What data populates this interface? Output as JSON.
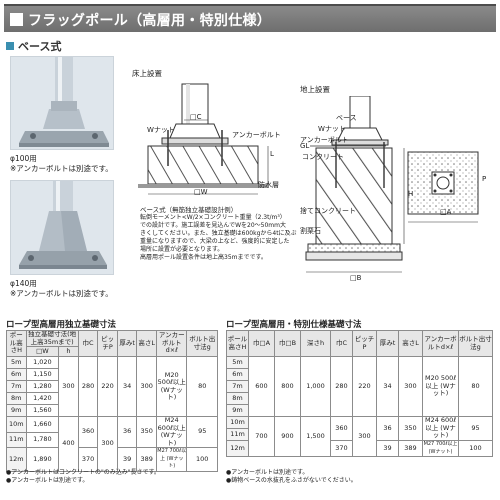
{
  "header": {
    "title": "フラッグポール（高層用・特別仕様）"
  },
  "section": {
    "label": "ベース式"
  },
  "photos": [
    {
      "caption": "φ100用",
      "note": "※アンカーボルトは別途です。"
    },
    {
      "caption": "φ140用",
      "note": "※アンカーボルトは別途です。"
    }
  ],
  "diagram_left": {
    "title": "床上設置",
    "labels": {
      "c": "□C",
      "wnut": "Wナット",
      "anchor": "アンカーボルト",
      "t": "t",
      "l": "L",
      "w": "□W",
      "waterproof": "防水層"
    },
    "notes": [
      "ベース式（無筋独立基礎設計例）",
      "転倒モーメント<W/2×コンクリート重量（2.3t/m³）",
      "での設計です。施工誤差を見込んでWを20～50mm大",
      "きくしてください。また、独立基礎は600kgから4tに及ぶ",
      "重量になりますので、大梁の上など、強度的に安定した",
      "場所に設置が必要となります。",
      "高層用ポール設置条件は地上高35mまでです。"
    ]
  },
  "diagram_right": {
    "title": "地上設置",
    "labels": {
      "base": "ベース",
      "wnut": "Wナット",
      "anchor": "アンカーボルト",
      "gl": "GL",
      "concrete": "コンクリート",
      "rubble": "割栗石",
      "concrete2": "捨てコンクリート",
      "a": "□A",
      "b": "□B",
      "h": "H",
      "p": "P"
    }
  },
  "table_left": {
    "title": "ロープ型高層用独立基礎寸法",
    "headers": [
      "ポール高さH",
      "独立基礎寸法(地上高35mまで)",
      "□W",
      "h",
      "巾C",
      "ピッチP",
      "厚みt",
      "高さL",
      "アンカーボルトd×ℓ",
      "ボルト出寸法g"
    ],
    "rows": [
      [
        "5m",
        "1,020"
      ],
      [
        "6m",
        "1,150"
      ],
      [
        "7m",
        "1,280"
      ],
      [
        "8m",
        "1,420"
      ],
      [
        "9m",
        "1,560"
      ],
      [
        "10m",
        "1,660"
      ],
      [
        "11m",
        "1,780"
      ],
      [
        "12m",
        "1,890"
      ]
    ],
    "group1": {
      "h": "300",
      "c": "280",
      "p": "220",
      "t": "34",
      "l": "300",
      "anchor": "M20 500ℓ以上 (Wナット)",
      "g": "80"
    },
    "group2": {
      "h": "400",
      "c": "360",
      "p": "300",
      "t": "36",
      "l": "350",
      "anchor": "M24 600ℓ以上 (Wナット)",
      "g": "95"
    },
    "group3": {
      "c": "370",
      "t": "39",
      "l": "389",
      "anchor": "M27 700ℓ以上 (Wナット)",
      "g": "100"
    }
  },
  "table_right": {
    "title": "ロープ型高層用・特別仕様基礎寸法",
    "headers": [
      "ポール高さH",
      "巾□A",
      "巾□B",
      "深さh",
      "巾C",
      "ピッチP",
      "厚みt",
      "高さL",
      "アンカーボルトd×ℓ",
      "ボルト出寸法g"
    ],
    "rows": [
      "5m",
      "6m",
      "7m",
      "8m",
      "9m",
      "10m",
      "11m",
      "12m"
    ],
    "group1": {
      "a": "600",
      "b": "800",
      "h": "1,000",
      "c": "280",
      "p": "220",
      "t": "34",
      "l": "300",
      "anchor": "M20 500ℓ以上 (Wナット)",
      "g": "80"
    },
    "group2": {
      "a": "700",
      "b": "900",
      "h": "1,500",
      "c": "360",
      "p": "300",
      "t": "36",
      "l": "350",
      "anchor": "M24 600ℓ以上 (Wナット)",
      "g": "95"
    },
    "group3": {
      "c": "370",
      "t": "39",
      "l": "389",
      "anchor": "M27 700ℓ以上 (Wナット)",
      "g": "100"
    }
  },
  "footnotes_left": [
    "●アンカーボルトはコンクリートの\"のみ込み\"長さです。",
    "●アンカーボルトは別途です。"
  ],
  "footnotes_right": [
    "●アンカーボルトは別途です。",
    "●鋳物ベースの水抜孔をふさがないでください。"
  ]
}
